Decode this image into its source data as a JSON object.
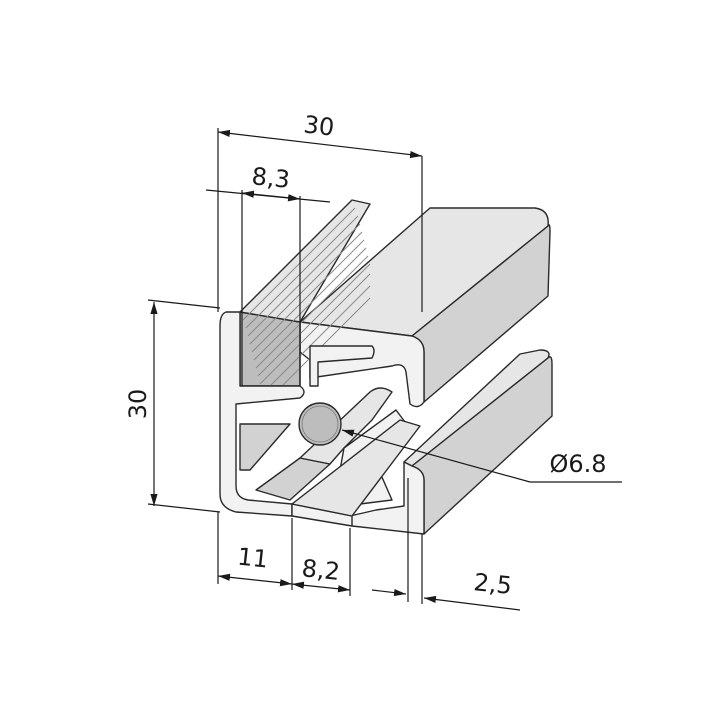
{
  "drawing": {
    "dimensions": [
      {
        "id": "width_total",
        "label": "30"
      },
      {
        "id": "height_total",
        "label": "30"
      },
      {
        "id": "groove_width",
        "label": "8,3"
      },
      {
        "id": "left_offset",
        "label": "11"
      },
      {
        "id": "slot_opening",
        "label": "8,2"
      },
      {
        "id": "wall_thickness",
        "label": "2,5"
      },
      {
        "id": "core_bore",
        "label": "Ø6.8"
      }
    ]
  }
}
